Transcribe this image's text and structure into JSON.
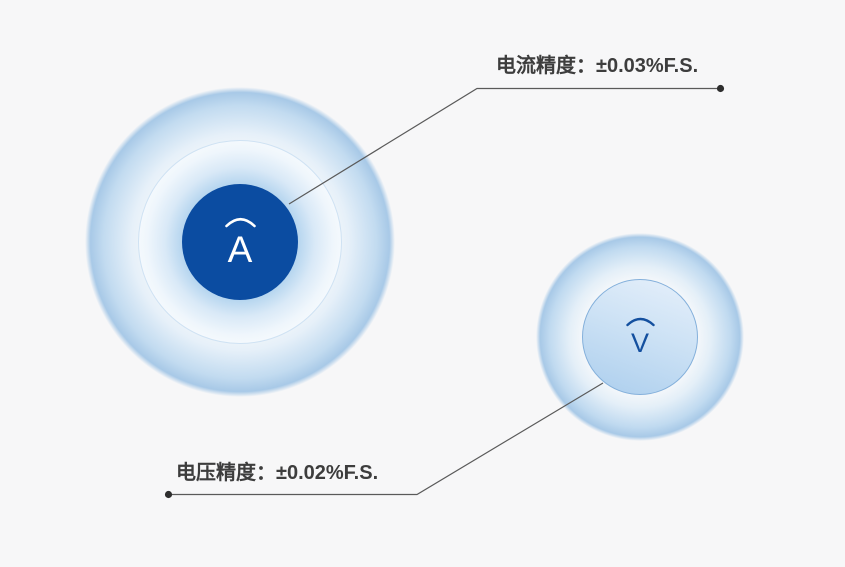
{
  "diagram": {
    "background_color": "#f7f7f8",
    "callout_line_color": "#5a5a5a",
    "callout_dot_color": "#2e2e2e",
    "label_text_color": "#3d3d3d",
    "current_gauge": {
      "letter": "A",
      "accuracy_label": "电流精度：±0.03%F.S.",
      "core_color": "#0b4ca1",
      "letter_color": "#ffffff",
      "glow_color": "#a8c9e7"
    },
    "voltage_gauge": {
      "letter": "V",
      "accuracy_label": "电压精度：±0.02%F.S.",
      "fill_color": "#bfdaf2",
      "letter_color": "#14509f",
      "glow_color": "#a8c9e7"
    }
  }
}
